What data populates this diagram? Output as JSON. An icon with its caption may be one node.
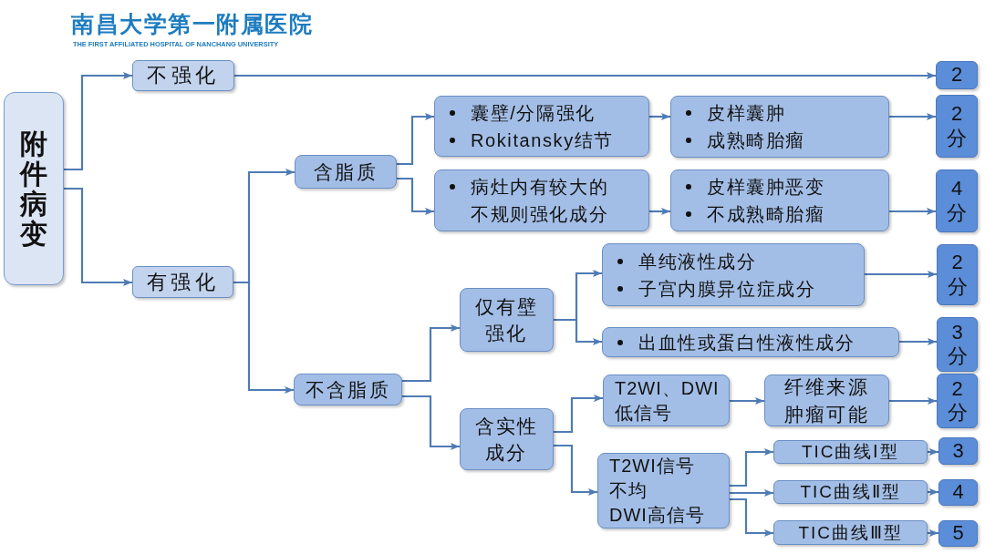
{
  "diagram": {
    "nodes": [
      {
        "text": [
          "附件病变"
        ]
      },
      {
        "text": [
          "不强化"
        ]
      },
      {
        "text": [
          "2"
        ]
      },
      {
        "text": [
          "有强化"
        ]
      },
      {
        "text": [
          "含脂质"
        ]
      },
      {
        "text": [
          "囊壁/分隔强化",
          "Rokitansky结节"
        ]
      },
      {
        "text": [
          "皮样囊肿",
          "成熟畸胎瘤"
        ]
      },
      {
        "text": [
          "2分"
        ]
      },
      {
        "text": [
          "病灶内有较大的不规则强化成分"
        ]
      },
      {
        "text": [
          "皮样囊肿恶变",
          "不成熟畸胎瘤"
        ]
      },
      {
        "text": [
          "4分"
        ]
      },
      {
        "text": [
          "不含脂质"
        ]
      },
      {
        "text": [
          "仅有壁强化"
        ]
      },
      {
        "text": [
          "单纯液性成分",
          "子宫内膜异位症成分"
        ]
      },
      {
        "text": [
          "2分"
        ]
      },
      {
        "text": [
          "出血性或蛋白性液性成分"
        ]
      },
      {
        "text": [
          "3分"
        ]
      },
      {
        "text": [
          "含实性成分"
        ]
      },
      {
        "text": [
          "T2WI、DWI低信号"
        ]
      },
      {
        "text": [
          "纤维来源肿瘤可能"
        ]
      },
      {
        "text": [
          "2分"
        ]
      },
      {
        "text": [
          "T2WI信号不均",
          "DWI高信号"
        ]
      },
      {
        "text": [
          "TIC曲线Ⅰ型"
        ]
      },
      {
        "text": [
          "TIC曲线Ⅱ型"
        ]
      },
      {
        "text": [
          "TIC曲线Ⅲ型"
        ]
      },
      {
        "text": [
          "3"
        ]
      },
      {
        "text": [
          "4"
        ]
      },
      {
        "text": [
          "5"
        ]
      }
    ],
    "edges": [
      {
        "from": 0,
        "to": 1,
        "arrow": "to"
      },
      {
        "from": 0,
        "to": 3,
        "arrow": "to"
      },
      {
        "from": 1,
        "to": 2,
        "arrow": "to"
      },
      {
        "from": 3,
        "to": 4,
        "arrow": "to"
      },
      {
        "from": 3,
        "to": 11,
        "arrow": "to"
      },
      {
        "from": 4,
        "to": 5,
        "arrow": "to"
      },
      {
        "from": 4,
        "to": 8,
        "arrow": "to"
      },
      {
        "from": 5,
        "to": 6,
        "arrow": "to"
      },
      {
        "from": 6,
        "to": 7,
        "arrow": "to"
      },
      {
        "from": 8,
        "to": 9,
        "arrow": "to"
      },
      {
        "from": 9,
        "to": 10,
        "arrow": "to"
      },
      {
        "from": 11,
        "to": 12,
        "arrow": "to"
      },
      {
        "from": 11,
        "to": 17,
        "arrow": "to"
      },
      {
        "from": 12,
        "to": 13,
        "arrow": "to"
      },
      {
        "from": 12,
        "to": 15,
        "arrow": "to"
      },
      {
        "from": 13,
        "to": 14,
        "arrow": "to"
      },
      {
        "from": 15,
        "to": 16,
        "arrow": "to"
      },
      {
        "from": 17,
        "to": 18,
        "arrow": "to"
      },
      {
        "from": 17,
        "to": 21,
        "arrow": "to"
      },
      {
        "from": 18,
        "to": 19,
        "arrow": "to"
      },
      {
        "from": 19,
        "to": 20,
        "arrow": "to"
      },
      {
        "from": 21,
        "to": 22,
        "arrow": "to"
      },
      {
        "from": 21,
        "to": 23,
        "arrow": "to"
      },
      {
        "from": 21,
        "to": 24,
        "arrow": "to"
      },
      {
        "from": 22,
        "to": 25,
        "arrow": "to"
      },
      {
        "from": 23,
        "to": 26,
        "arrow": "to"
      },
      {
        "from": 24,
        "to": 27,
        "arrow": "to"
      }
    ],
    "labels": [
      "南昌大学第一附属医院",
      "THE FIRST AFFILIATED HOSPITAL OF NANCHANG UNIVERSITY"
    ]
  }
}
